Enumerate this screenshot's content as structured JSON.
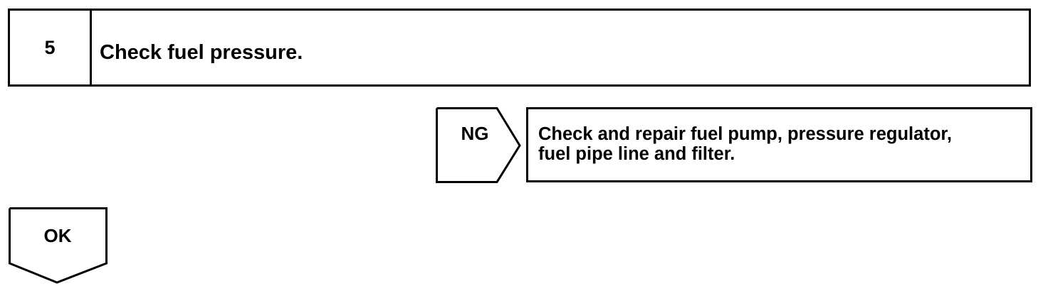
{
  "step": {
    "number": "5",
    "title": "Check fuel pressure."
  },
  "ng_branch": {
    "label": "NG",
    "action_lines": [
      "Check and repair fuel pump, pressure regulator,",
      "fuel pipe line and filter."
    ]
  },
  "ok_branch": {
    "label": "OK"
  }
}
